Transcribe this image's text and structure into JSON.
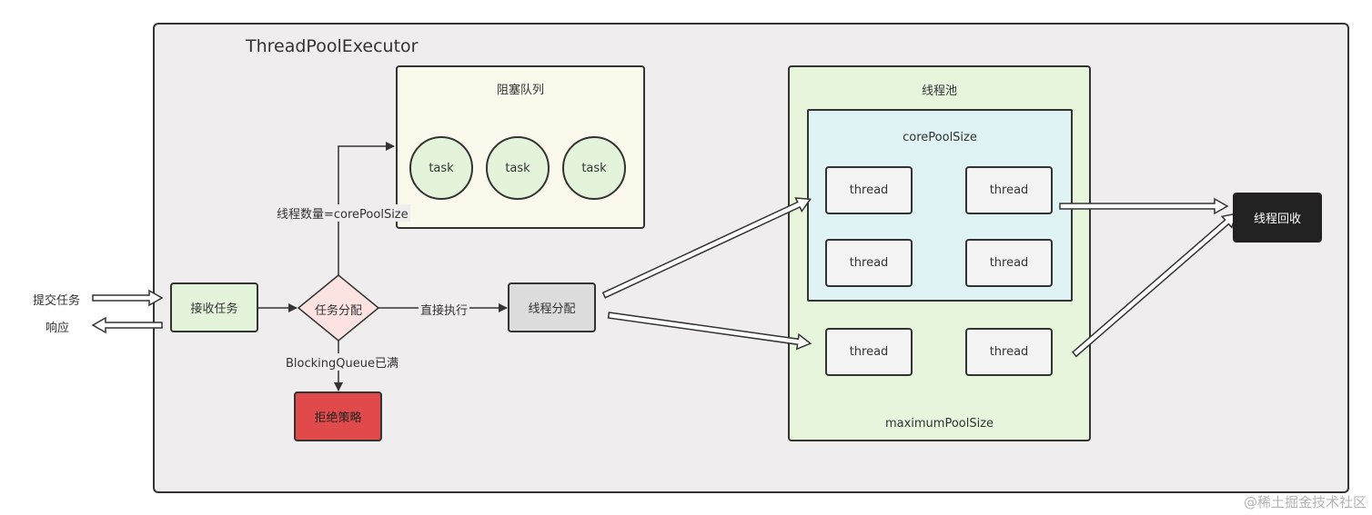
{
  "executor": {
    "title": "ThreadPoolExecutor"
  },
  "outside": {
    "submit": "提交任务",
    "response": "响应"
  },
  "receive": "接收任务",
  "dispatch": "任务分配",
  "reject": "拒绝策略",
  "thread_assign": "线程分配",
  "edges": {
    "to_queue": "线程数量=corePoolSize",
    "direct": "直接执行",
    "queue_full": "BlockingQueue已满"
  },
  "queue": {
    "title": "阻塞队列",
    "tasks": [
      "task",
      "task",
      "task"
    ]
  },
  "pool": {
    "title": "线程池",
    "core_title": "corePoolSize",
    "core_threads": [
      "thread",
      "thread",
      "thread",
      "thread"
    ],
    "extra_threads": [
      "thread",
      "thread"
    ],
    "max_title": "maximumPoolSize"
  },
  "recycle": "线程回收",
  "watermark": "@稀土掘金技术社区",
  "colors": {
    "executor_bg": "#efeded",
    "queue_bg": "#fbf8ec",
    "task_fill": "#e3f4da",
    "pool_bg": "#e6f5dc",
    "core_bg": "#dff3f4",
    "reject_fill": "#e04a4a",
    "dispatch_fill": "#fde2e2",
    "recycle_fill": "#222222"
  }
}
